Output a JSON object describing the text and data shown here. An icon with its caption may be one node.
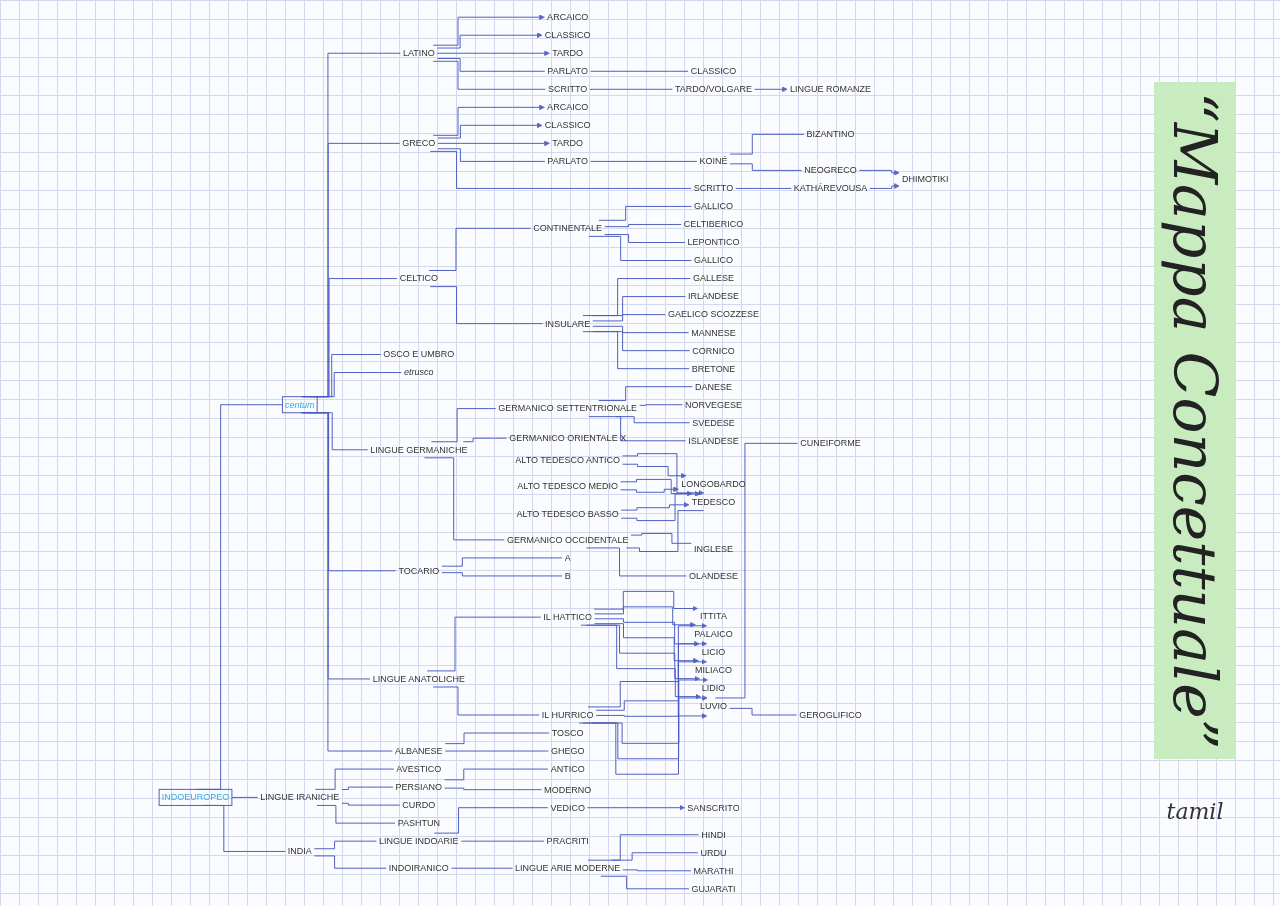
{
  "diagram": {
    "title": "“Mappa Concettuale”",
    "nodes": [
      {
        "text": [
          "INDOEUROPEO"
        ]
      },
      {
        "text": [
          "centum"
        ]
      },
      {
        "text": [
          "LATINO"
        ]
      },
      {
        "text": [
          "ARCAICO"
        ]
      },
      {
        "text": [
          "CLASSICO"
        ]
      },
      {
        "text": [
          "TARDO"
        ]
      },
      {
        "text": [
          "PARLATO"
        ]
      },
      {
        "text": [
          "CLASSICO"
        ]
      },
      {
        "text": [
          "SCRITTO"
        ]
      },
      {
        "text": [
          "TARDO/VOLGARE"
        ]
      },
      {
        "text": [
          "LINGUE ROMANZE"
        ]
      },
      {
        "text": [
          "GRECO"
        ]
      },
      {
        "text": [
          "ARCAICO"
        ]
      },
      {
        "text": [
          "CLASSICO"
        ]
      },
      {
        "text": [
          "TARDO"
        ]
      },
      {
        "text": [
          "PARLATO"
        ]
      },
      {
        "text": [
          "KOINÉ"
        ]
      },
      {
        "text": [
          "BIZANTINO"
        ]
      },
      {
        "text": [
          "NEOGRECO"
        ]
      },
      {
        "text": [
          "DHIMOTIKI"
        ]
      },
      {
        "text": [
          "SCRITTO"
        ]
      },
      {
        "text": [
          "KATHÁREVOUSA"
        ]
      },
      {
        "text": [
          "CELTICO"
        ]
      },
      {
        "text": [
          "CONTINENTALE"
        ]
      },
      {
        "text": [
          "GALLICO"
        ]
      },
      {
        "text": [
          "CELTIBERICO"
        ]
      },
      {
        "text": [
          "LEPONTICO"
        ]
      },
      {
        "text": [
          "GALLICO"
        ]
      },
      {
        "text": [
          "INSULARE"
        ]
      },
      {
        "text": [
          "GALLESE"
        ]
      },
      {
        "text": [
          "IRLANDESE"
        ]
      },
      {
        "text": [
          "GAELICO SCOZZESE"
        ]
      },
      {
        "text": [
          "MANNESE"
        ]
      },
      {
        "text": [
          "CORNICO"
        ]
      },
      {
        "text": [
          "BRETONE"
        ]
      },
      {
        "text": [
          "OSCO E UMBRO"
        ]
      },
      {
        "text": [
          "etrusco"
        ]
      },
      {
        "text": [
          "LINGUE GERMANICHE"
        ]
      },
      {
        "text": [
          "GERMANICO SETTENTRIONALE"
        ]
      },
      {
        "text": [
          "DANESE"
        ]
      },
      {
        "text": [
          "NORVEGESE"
        ]
      },
      {
        "text": [
          "SVEDESE"
        ]
      },
      {
        "text": [
          "ISLANDESE"
        ]
      },
      {
        "text": [
          "GERMANICO ORIENTALE X"
        ]
      },
      {
        "text": [
          "GERMANICO OCCIDENTALE"
        ]
      },
      {
        "text": [
          "INGLESE"
        ]
      },
      {
        "text": [
          "TEDESCO"
        ]
      },
      {
        "text": [
          "OLANDESE"
        ]
      },
      {
        "text": [
          "LONGOBARDO"
        ]
      },
      {
        "text": [
          "ALTO TEDESCO ANTICO"
        ]
      },
      {
        "text": [
          "ALTO TEDESCO MEDIO"
        ]
      },
      {
        "text": [
          "ALTO TEDESCO BASSO"
        ]
      },
      {
        "text": [
          "TOCARIO"
        ]
      },
      {
        "text": [
          "A"
        ]
      },
      {
        "text": [
          "B"
        ]
      },
      {
        "text": [
          "LINGUE ANATOLICHE"
        ]
      },
      {
        "text": [
          "IL HATTICO"
        ]
      },
      {
        "text": [
          "IL HURRICO"
        ]
      },
      {
        "text": [
          "ITTITA"
        ]
      },
      {
        "text": [
          "PALAICO"
        ]
      },
      {
        "text": [
          "LICIO"
        ]
      },
      {
        "text": [
          "MILIACO"
        ]
      },
      {
        "text": [
          "LIDIO"
        ]
      },
      {
        "text": [
          "LUVIO"
        ]
      },
      {
        "text": [
          "CUNEIFORME"
        ]
      },
      {
        "text": [
          "GEROGLIFICO"
        ]
      },
      {
        "text": [
          "ALBANESE"
        ]
      },
      {
        "text": [
          "TOSCO"
        ]
      },
      {
        "text": [
          "GHEGO"
        ]
      },
      {
        "text": [
          "LINGUE IRANICHE"
        ]
      },
      {
        "text": [
          "AVESTICO"
        ]
      },
      {
        "text": [
          "PERSIANO"
        ]
      },
      {
        "text": [
          "CURDO"
        ]
      },
      {
        "text": [
          "PASHTUN"
        ]
      },
      {
        "text": [
          "ANTICO"
        ]
      },
      {
        "text": [
          "MODERNO"
        ]
      },
      {
        "text": [
          "INDIA"
        ]
      },
      {
        "text": [
          "LINGUE INDOARIE"
        ]
      },
      {
        "text": [
          "VEDICO"
        ]
      },
      {
        "text": [
          "PRACRITI"
        ]
      },
      {
        "text": [
          "SANSCRITO"
        ]
      },
      {
        "text": [
          "INDOIRANICO"
        ]
      },
      {
        "text": [
          "LINGUE ARIE MODERNE"
        ]
      },
      {
        "text": [
          "HINDI"
        ]
      },
      {
        "text": [
          "URDU"
        ]
      },
      {
        "text": [
          "MARATHI"
        ]
      },
      {
        "text": [
          "GUJARATI"
        ]
      }
    ],
    "edges": [
      {
        "from": 0,
        "to": 1,
        "arrow": "none"
      },
      {
        "from": 0,
        "to": 69,
        "arrow": "none"
      },
      {
        "from": 0,
        "to": 76,
        "arrow": "none"
      },
      {
        "from": 1,
        "to": 2,
        "arrow": "none"
      },
      {
        "from": 1,
        "to": 11,
        "arrow": "none"
      },
      {
        "from": 1,
        "to": 22,
        "arrow": "none"
      },
      {
        "from": 1,
        "to": 35,
        "arrow": "none"
      },
      {
        "from": 1,
        "to": 36,
        "arrow": "none"
      },
      {
        "from": 1,
        "to": 37,
        "arrow": "none"
      },
      {
        "from": 1,
        "to": 52,
        "arrow": "none"
      },
      {
        "from": 1,
        "to": 55,
        "arrow": "none"
      },
      {
        "from": 1,
        "to": 66,
        "arrow": "none"
      },
      {
        "from": 2,
        "to": 3,
        "arrow": "to"
      },
      {
        "from": 2,
        "to": 4,
        "arrow": "to"
      },
      {
        "from": 2,
        "to": 5,
        "arrow": "to"
      },
      {
        "from": 2,
        "to": 6,
        "arrow": "none"
      },
      {
        "from": 2,
        "to": 8,
        "arrow": "none"
      },
      {
        "from": 6,
        "to": 7,
        "arrow": "none"
      },
      {
        "from": 8,
        "to": 9,
        "arrow": "none"
      },
      {
        "from": 9,
        "to": 10,
        "arrow": "to"
      },
      {
        "from": 11,
        "to": 12,
        "arrow": "to"
      },
      {
        "from": 11,
        "to": 13,
        "arrow": "to"
      },
      {
        "from": 11,
        "to": 14,
        "arrow": "to"
      },
      {
        "from": 11,
        "to": 15,
        "arrow": "none"
      },
      {
        "from": 11,
        "to": 20,
        "arrow": "none"
      },
      {
        "from": 15,
        "to": 16,
        "arrow": "none"
      },
      {
        "from": 16,
        "to": 17,
        "arrow": "none"
      },
      {
        "from": 16,
        "to": 18,
        "arrow": "none"
      },
      {
        "from": 18,
        "to": 19,
        "arrow": "to"
      },
      {
        "from": 20,
        "to": 21,
        "arrow": "none"
      },
      {
        "from": 21,
        "to": 19,
        "arrow": "to"
      },
      {
        "from": 22,
        "to": 23,
        "arrow": "none"
      },
      {
        "from": 22,
        "to": 28,
        "arrow": "none"
      },
      {
        "from": 23,
        "to": 24,
        "arrow": "none"
      },
      {
        "from": 23,
        "to": 25,
        "arrow": "none"
      },
      {
        "from": 23,
        "to": 26,
        "arrow": "none"
      },
      {
        "from": 23,
        "to": 27,
        "arrow": "none"
      },
      {
        "from": 28,
        "to": 29,
        "arrow": "none"
      },
      {
        "from": 28,
        "to": 30,
        "arrow": "none"
      },
      {
        "from": 28,
        "to": 31,
        "arrow": "none"
      },
      {
        "from": 28,
        "to": 32,
        "arrow": "none"
      },
      {
        "from": 28,
        "to": 33,
        "arrow": "none"
      },
      {
        "from": 28,
        "to": 34,
        "arrow": "none"
      },
      {
        "from": 37,
        "to": 38,
        "arrow": "none"
      },
      {
        "from": 37,
        "to": 43,
        "arrow": "none"
      },
      {
        "from": 37,
        "to": 44,
        "arrow": "none"
      },
      {
        "from": 38,
        "to": 39,
        "arrow": "none"
      },
      {
        "from": 38,
        "to": 40,
        "arrow": "none"
      },
      {
        "from": 38,
        "to": 41,
        "arrow": "none"
      },
      {
        "from": 38,
        "to": 42,
        "arrow": "none"
      },
      {
        "from": 44,
        "to": 45,
        "arrow": "none"
      },
      {
        "from": 44,
        "to": 46,
        "arrow": "none"
      },
      {
        "from": 44,
        "to": 47,
        "arrow": "none"
      },
      {
        "from": 49,
        "to": 46,
        "arrow": "to"
      },
      {
        "from": 50,
        "to": 46,
        "arrow": "to"
      },
      {
        "from": 51,
        "to": 46,
        "arrow": "to"
      },
      {
        "from": 49,
        "to": 48,
        "arrow": "to"
      },
      {
        "from": 50,
        "to": 48,
        "arrow": "to"
      },
      {
        "from": 51,
        "to": 48,
        "arrow": "to"
      },
      {
        "from": 52,
        "to": 53,
        "arrow": "none"
      },
      {
        "from": 52,
        "to": 54,
        "arrow": "none"
      },
      {
        "from": 55,
        "to": 56,
        "arrow": "none"
      },
      {
        "from": 55,
        "to": 57,
        "arrow": "none"
      },
      {
        "from": 56,
        "to": 58,
        "arrow": "to"
      },
      {
        "from": 56,
        "to": 59,
        "arrow": "to"
      },
      {
        "from": 56,
        "to": 60,
        "arrow": "to"
      },
      {
        "from": 56,
        "to": 61,
        "arrow": "to"
      },
      {
        "from": 56,
        "to": 62,
        "arrow": "to"
      },
      {
        "from": 56,
        "to": 63,
        "arrow": "to"
      },
      {
        "from": 57,
        "to": 58,
        "arrow": "to"
      },
      {
        "from": 57,
        "to": 59,
        "arrow": "to"
      },
      {
        "from": 57,
        "to": 60,
        "arrow": "to"
      },
      {
        "from": 57,
        "to": 61,
        "arrow": "to"
      },
      {
        "from": 57,
        "to": 62,
        "arrow": "to"
      },
      {
        "from": 57,
        "to": 63,
        "arrow": "to"
      },
      {
        "from": 63,
        "to": 64,
        "arrow": "none"
      },
      {
        "from": 63,
        "to": 65,
        "arrow": "none"
      },
      {
        "from": 66,
        "to": 67,
        "arrow": "none"
      },
      {
        "from": 66,
        "to": 68,
        "arrow": "none"
      },
      {
        "from": 69,
        "to": 70,
        "arrow": "none"
      },
      {
        "from": 69,
        "to": 71,
        "arrow": "none"
      },
      {
        "from": 69,
        "to": 72,
        "arrow": "none"
      },
      {
        "from": 69,
        "to": 73,
        "arrow": "none"
      },
      {
        "from": 71,
        "to": 74,
        "arrow": "none"
      },
      {
        "from": 71,
        "to": 75,
        "arrow": "none"
      },
      {
        "from": 76,
        "to": 77,
        "arrow": "none"
      },
      {
        "from": 76,
        "to": 81,
        "arrow": "none"
      },
      {
        "from": 77,
        "to": 78,
        "arrow": "none"
      },
      {
        "from": 77,
        "to": 79,
        "arrow": "none"
      },
      {
        "from": 78,
        "to": 80,
        "arrow": "to"
      },
      {
        "from": 81,
        "to": 82,
        "arrow": "none"
      },
      {
        "from": 82,
        "to": 83,
        "arrow": "none"
      },
      {
        "from": 82,
        "to": 84,
        "arrow": "none"
      },
      {
        "from": 82,
        "to": 85,
        "arrow": "none"
      },
      {
        "from": 82,
        "to": 86,
        "arrow": "none"
      }
    ],
    "labels": [
      "tamil"
    ]
  }
}
